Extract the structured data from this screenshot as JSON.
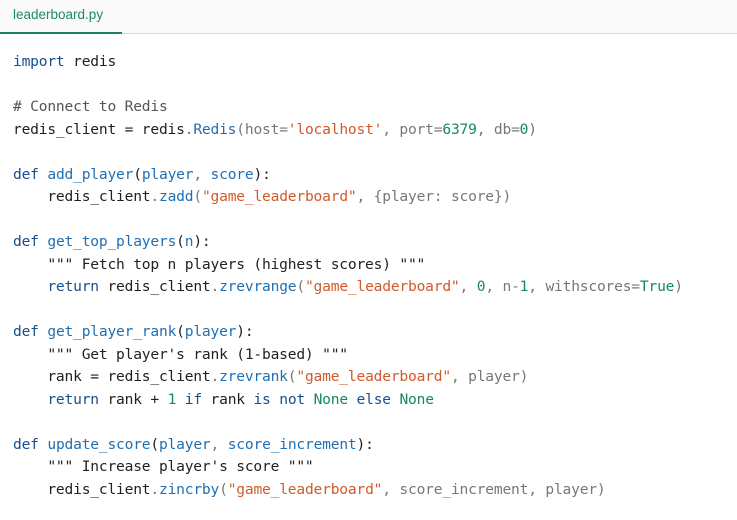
{
  "tab": {
    "filename": "leaderboard.py",
    "active": true
  },
  "colors": {
    "accent": "#1d7f67",
    "keyword": "#174e8c",
    "function": "#1f6fb2",
    "string": "#d05a2a",
    "number": "#16876a",
    "comment": "#555555"
  },
  "code": {
    "language": "python",
    "lines": [
      [
        {
          "t": "kw",
          "v": "import"
        },
        {
          "t": "tx",
          "v": " redis"
        }
      ],
      [],
      [
        {
          "t": "cm",
          "v": "# Connect to Redis"
        }
      ],
      [
        {
          "t": "tx",
          "v": "redis_client = redis"
        },
        {
          "t": "p",
          "v": "."
        },
        {
          "t": "fn",
          "v": "Redis"
        },
        {
          "t": "p",
          "v": "(host="
        },
        {
          "t": "str",
          "v": "'localhost'"
        },
        {
          "t": "p",
          "v": ", port="
        },
        {
          "t": "num",
          "v": "6379"
        },
        {
          "t": "p",
          "v": ", db="
        },
        {
          "t": "num",
          "v": "0"
        },
        {
          "t": "p",
          "v": ")"
        }
      ],
      [],
      [
        {
          "t": "kw",
          "v": "def "
        },
        {
          "t": "fn",
          "v": "add_player"
        },
        {
          "t": "tx",
          "v": "("
        },
        {
          "t": "fn",
          "v": "player"
        },
        {
          "t": "p",
          "v": ", "
        },
        {
          "t": "fn",
          "v": "score"
        },
        {
          "t": "tx",
          "v": "):"
        }
      ],
      [
        {
          "t": "tx",
          "v": "    redis_client"
        },
        {
          "t": "p",
          "v": "."
        },
        {
          "t": "fn",
          "v": "zadd"
        },
        {
          "t": "p",
          "v": "("
        },
        {
          "t": "str",
          "v": "\"game_leaderboard\""
        },
        {
          "t": "p",
          "v": ", {player: score})"
        }
      ],
      [],
      [
        {
          "t": "kw",
          "v": "def "
        },
        {
          "t": "fn",
          "v": "get_top_players"
        },
        {
          "t": "tx",
          "v": "("
        },
        {
          "t": "fn",
          "v": "n"
        },
        {
          "t": "tx",
          "v": "):"
        }
      ],
      [
        {
          "t": "doc",
          "v": "    \"\"\" Fetch top n players (highest scores) \"\"\""
        }
      ],
      [
        {
          "t": "kw",
          "v": "    return"
        },
        {
          "t": "tx",
          "v": " redis_client"
        },
        {
          "t": "p",
          "v": "."
        },
        {
          "t": "fn",
          "v": "zrevrange"
        },
        {
          "t": "p",
          "v": "("
        },
        {
          "t": "str",
          "v": "\"game_leaderboard\""
        },
        {
          "t": "p",
          "v": ", "
        },
        {
          "t": "num",
          "v": "0"
        },
        {
          "t": "p",
          "v": ", n-"
        },
        {
          "t": "num",
          "v": "1"
        },
        {
          "t": "p",
          "v": ", withscores="
        },
        {
          "t": "lit",
          "v": "True"
        },
        {
          "t": "p",
          "v": ")"
        }
      ],
      [],
      [
        {
          "t": "kw",
          "v": "def "
        },
        {
          "t": "fn",
          "v": "get_player_rank"
        },
        {
          "t": "tx",
          "v": "("
        },
        {
          "t": "fn",
          "v": "player"
        },
        {
          "t": "tx",
          "v": "):"
        }
      ],
      [
        {
          "t": "doc",
          "v": "    \"\"\" Get player's rank (1-based) \"\"\""
        }
      ],
      [
        {
          "t": "tx",
          "v": "    rank = redis_client"
        },
        {
          "t": "p",
          "v": "."
        },
        {
          "t": "fn",
          "v": "zrevrank"
        },
        {
          "t": "p",
          "v": "("
        },
        {
          "t": "str",
          "v": "\"game_leaderboard\""
        },
        {
          "t": "p",
          "v": ", player)"
        }
      ],
      [
        {
          "t": "kw",
          "v": "    return"
        },
        {
          "t": "tx",
          "v": " rank + "
        },
        {
          "t": "num",
          "v": "1"
        },
        {
          "t": "kw",
          "v": " if"
        },
        {
          "t": "tx",
          "v": " rank "
        },
        {
          "t": "kw",
          "v": "is not"
        },
        {
          "t": "lit",
          "v": " None"
        },
        {
          "t": "kw",
          "v": " else"
        },
        {
          "t": "lit",
          "v": " None"
        }
      ],
      [],
      [
        {
          "t": "kw",
          "v": "def "
        },
        {
          "t": "fn",
          "v": "update_score"
        },
        {
          "t": "tx",
          "v": "("
        },
        {
          "t": "fn",
          "v": "player"
        },
        {
          "t": "p",
          "v": ", "
        },
        {
          "t": "fn",
          "v": "score_increment"
        },
        {
          "t": "tx",
          "v": "):"
        }
      ],
      [
        {
          "t": "doc",
          "v": "    \"\"\" Increase player's score \"\"\""
        }
      ],
      [
        {
          "t": "tx",
          "v": "    redis_client"
        },
        {
          "t": "p",
          "v": "."
        },
        {
          "t": "fn",
          "v": "zincrby"
        },
        {
          "t": "p",
          "v": "("
        },
        {
          "t": "str",
          "v": "\"game_leaderboard\""
        },
        {
          "t": "p",
          "v": ", score_increment, player)"
        }
      ]
    ]
  }
}
